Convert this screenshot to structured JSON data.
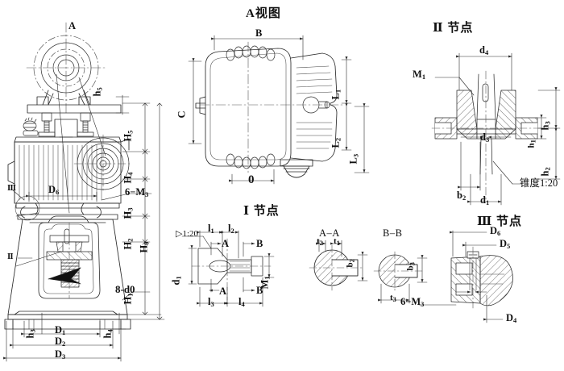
{
  "drawing": {
    "kind": "mechanical-assembly-outline-drawing",
    "sheet_size": "700x460"
  },
  "titles": {
    "view_a": "A视图",
    "node_1": "Ⅰ 节点",
    "node_2": "Ⅱ 节点",
    "node_3": "Ⅲ 节点"
  },
  "main_view": {
    "arrow_a": "A",
    "thread_callout": "6-M3",
    "hole_callout": "8-d0",
    "node_marker_3": "Ⅲ",
    "node_marker_2": "Ⅱ",
    "vertical_dims": [
      {
        "label": "h",
        "sub": "5"
      },
      {
        "label": "H",
        "sub": "5"
      },
      {
        "label": "H",
        "sub": "4"
      },
      {
        "label": "H",
        "sub": "3"
      },
      {
        "label": "H",
        "sub": "2"
      },
      {
        "label": "H",
        "sub": "1"
      },
      {
        "label": "H",
        "sub": "0"
      }
    ],
    "horizontal_dims": [
      {
        "label": "D",
        "sub": "6"
      },
      {
        "label": "h",
        "sub": "3"
      },
      {
        "label": "h",
        "sub": "4"
      },
      {
        "label": "D",
        "sub": "1"
      },
      {
        "label": "D",
        "sub": "2"
      },
      {
        "label": "D",
        "sub": "3"
      }
    ]
  },
  "view_a_dims": {
    "width": {
      "label": "B",
      "sub": ""
    },
    "height": {
      "label": "C",
      "sub": ""
    },
    "bottom": {
      "label": "0",
      "sub": ""
    },
    "right_stack": [
      {
        "label": "L",
        "sub": "1"
      },
      {
        "label": "L",
        "sub": "2"
      },
      {
        "label": "L",
        "sub": "3"
      }
    ]
  },
  "node_1": {
    "taper_note": "1:20",
    "taper_symbol": "▷",
    "dims": [
      {
        "label": "l",
        "sub": "1"
      },
      {
        "label": "l",
        "sub": "2"
      },
      {
        "label": "l",
        "sub": "3"
      },
      {
        "label": "l",
        "sub": "4"
      },
      {
        "label": "d",
        "sub": "1"
      },
      {
        "label": "M",
        "sub": "1"
      }
    ],
    "section_cuts": [
      {
        "label": "A"
      },
      {
        "label": "B"
      }
    ],
    "sections": [
      {
        "name": "A–A",
        "dims": [
          {
            "label": "t",
            "sub": "2"
          },
          {
            "label": "t",
            "sub": "1"
          },
          {
            "label": "b",
            "sub": "2"
          }
        ]
      },
      {
        "name": "B–B",
        "dims": [
          {
            "label": "b",
            "sub": "3"
          },
          {
            "label": "t",
            "sub": "3"
          }
        ]
      }
    ]
  },
  "node_2": {
    "taper_note": "锥度1:20",
    "dims": [
      {
        "label": "d",
        "sub": "4"
      },
      {
        "label": "M",
        "sub": "1"
      },
      {
        "label": "d",
        "sub": "3"
      },
      {
        "label": "d",
        "sub": "1"
      },
      {
        "label": "b",
        "sub": "2"
      },
      {
        "label": "h",
        "sub": "1"
      },
      {
        "label": "h",
        "sub": "2"
      },
      {
        "label": "h",
        "sub": "3"
      }
    ]
  },
  "node_3": {
    "thread_callout": "6-M3",
    "dims": [
      {
        "label": "D",
        "sub": "6"
      },
      {
        "label": "D",
        "sub": "5"
      },
      {
        "label": "D",
        "sub": "4"
      }
    ]
  },
  "style": {
    "line": "#2b2b2b",
    "thin": "#555555",
    "center": "#444444",
    "hatch": "#3a3a3a"
  }
}
